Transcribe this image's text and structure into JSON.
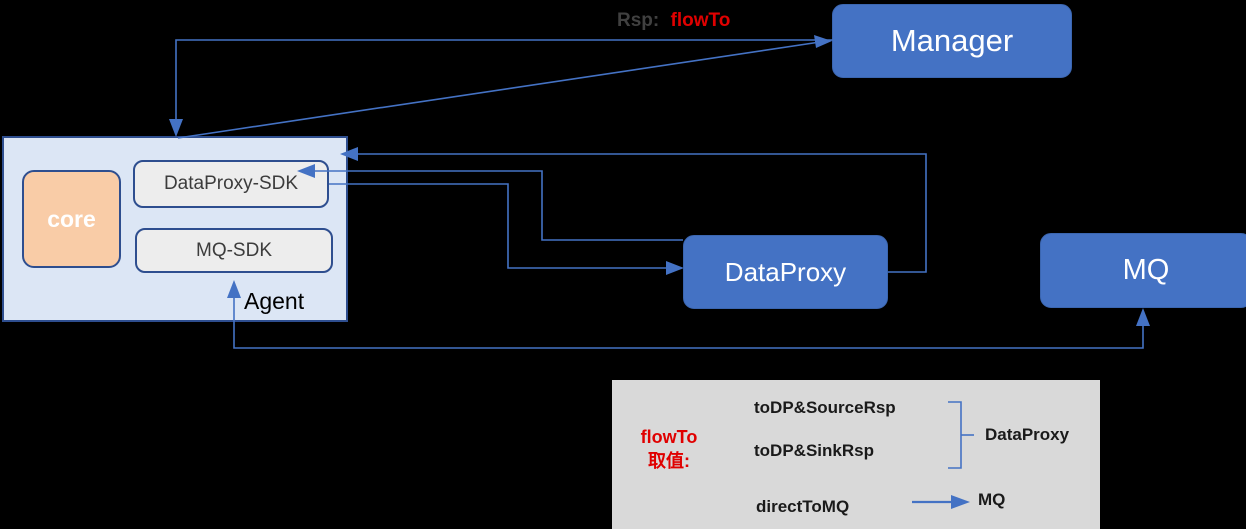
{
  "diagram": {
    "title_label": {
      "key": "Rsp:",
      "value": "flowTo"
    },
    "agent": {
      "label": "Agent",
      "components": [
        {
          "id": "core",
          "label": "core"
        },
        {
          "id": "dataproxy-sdk",
          "label": "DataProxy-SDK"
        },
        {
          "id": "mq-sdk",
          "label": "MQ-SDK"
        }
      ]
    },
    "nodes": [
      {
        "id": "manager",
        "label": "Manager"
      },
      {
        "id": "dataproxy",
        "label": "DataProxy"
      },
      {
        "id": "mq",
        "label": "MQ"
      }
    ],
    "legend": {
      "title": "flowTo\n取值:",
      "title_line1": "flowTo",
      "title_line2": "取值:",
      "values": [
        {
          "label": "toDP&SourceRsp",
          "target": "DataProxy"
        },
        {
          "label": "toDP&SinkRsp",
          "target": "DataProxy"
        },
        {
          "label": "directToMQ",
          "target": "MQ"
        }
      ],
      "target_dataproxy": "DataProxy",
      "target_mq": "MQ"
    },
    "colors": {
      "background": "#000000",
      "agent_fill": "#DCE6F5",
      "agent_border": "#2E4E8F",
      "core_fill": "#F9CCA7",
      "sdk_fill": "#EDEDED",
      "node_fill": "#4472C4",
      "connector": "#4472C4",
      "legend_fill": "#D9D9D9",
      "accent_red": "#E00000",
      "label_gray": "#404040"
    }
  }
}
